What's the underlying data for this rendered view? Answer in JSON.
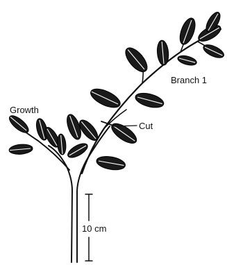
{
  "labels": {
    "growth": "Growth",
    "branch": "Branch 1",
    "cut": "Cut",
    "measure": "10 cm"
  },
  "colors": {
    "ink": "#111111",
    "paper": "#ffffff"
  },
  "icons": {
    "plant": "leafy-plant-stem-illustration"
  }
}
